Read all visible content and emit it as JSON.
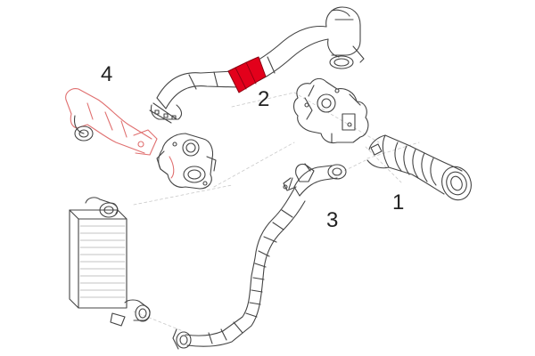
{
  "diagram": {
    "callouts": [
      {
        "id": "1",
        "label": "1"
      },
      {
        "id": "2",
        "label": "2"
      },
      {
        "id": "3",
        "label": "3"
      },
      {
        "id": "4",
        "label": "4"
      }
    ],
    "colors": {
      "line": "#444444",
      "dashed": "#c9c9c9",
      "highlight": "#e3001b",
      "highlight_dark": "#8a0010",
      "red_trace": "#e07070"
    }
  }
}
